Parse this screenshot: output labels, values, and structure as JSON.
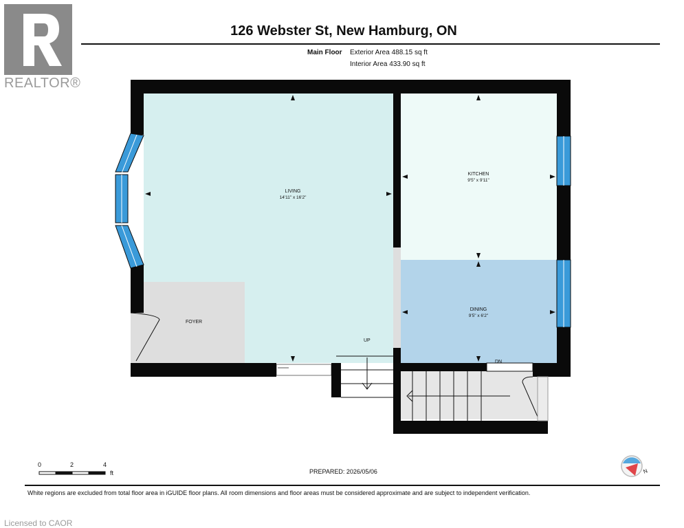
{
  "header": {
    "address": "126 Webster St, New Hamburg, ON",
    "floor_name": "Main Floor",
    "exterior_area": "Exterior Area 488.15 sq ft",
    "interior_area": "Interior Area 433.90 sq ft"
  },
  "logo": {
    "text": "REALTOR®"
  },
  "rooms": {
    "living": {
      "name": "LIVING",
      "dims": "14'11\" x 16'2\""
    },
    "kitchen": {
      "name": "KITCHEN",
      "dims": "9'5\" x 9'11\""
    },
    "dining": {
      "name": "DINING",
      "dims": "9'5\" x 6'2\""
    },
    "foyer": {
      "name": "FOYER"
    }
  },
  "stairs": {
    "up_label": "UP",
    "down_label": "DN"
  },
  "scale": {
    "labels": [
      "0",
      "2",
      "4"
    ],
    "unit": "ft"
  },
  "footer": {
    "prepared": "PREPARED: 2026/05/06",
    "disclaimer": "White regions are excluded from total floor area in iGUIDE floor plans. All room dimensions and floor areas must be considered approximate and are subject to independent verification.",
    "license": "Licensed to CAOR"
  },
  "compass": {
    "label": "N"
  },
  "colors": {
    "living": "#d6efef",
    "kitchen": "#eefaf8",
    "dining": "#b3d4ea",
    "foyer": "#dedede",
    "window": "#3a9ad9",
    "wall": "#0a0a0a"
  }
}
